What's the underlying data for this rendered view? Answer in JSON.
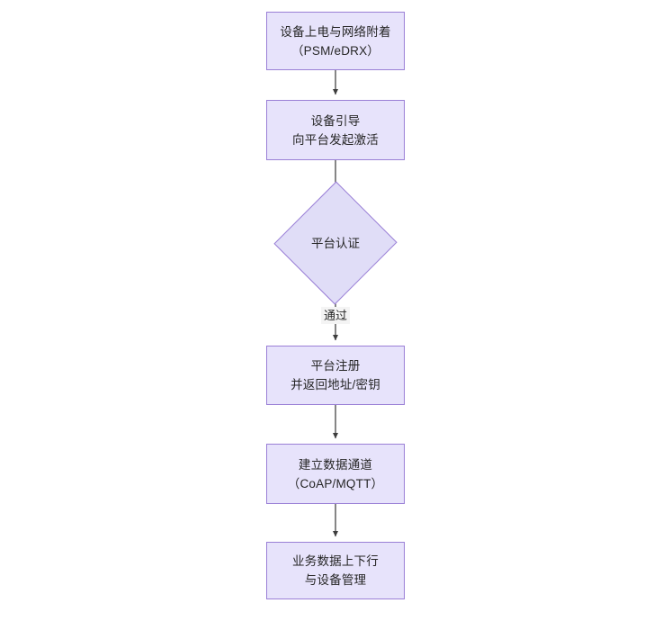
{
  "diagram": {
    "type": "flowchart",
    "orientation": "top-to-bottom",
    "background_color": "#ffffff",
    "node_fill_color": "#e7e3fb",
    "node_border_color": "#9a7fd6",
    "connector_color": "#3d3d3d",
    "text_color": "#262626",
    "nodes": [
      {
        "id": "n1",
        "shape": "rectangle",
        "lines": [
          "设备上电与网络附着",
          "（PSM/eDRX）"
        ]
      },
      {
        "id": "n2",
        "shape": "rectangle",
        "lines": [
          "设备引导",
          "向平台发起激活"
        ]
      },
      {
        "id": "n3",
        "shape": "diamond",
        "lines": [
          "平台认证"
        ]
      },
      {
        "id": "n4",
        "shape": "rectangle",
        "lines": [
          "平台注册",
          "并返回地址/密钥"
        ]
      },
      {
        "id": "n5",
        "shape": "rectangle",
        "lines": [
          "建立数据通道",
          "（CoAP/MQTT）"
        ]
      },
      {
        "id": "n6",
        "shape": "rectangle",
        "lines": [
          "业务数据上下行",
          "与设备管理"
        ]
      }
    ],
    "edges": [
      {
        "id": "e1",
        "from": "n1",
        "to": "n2",
        "label": ""
      },
      {
        "id": "e2",
        "from": "n2",
        "to": "n3",
        "label": ""
      },
      {
        "id": "e3",
        "from": "n3",
        "to": "n4",
        "label": "通过"
      },
      {
        "id": "e4",
        "from": "n4",
        "to": "n5",
        "label": ""
      },
      {
        "id": "e5",
        "from": "n5",
        "to": "n6",
        "label": ""
      }
    ]
  }
}
